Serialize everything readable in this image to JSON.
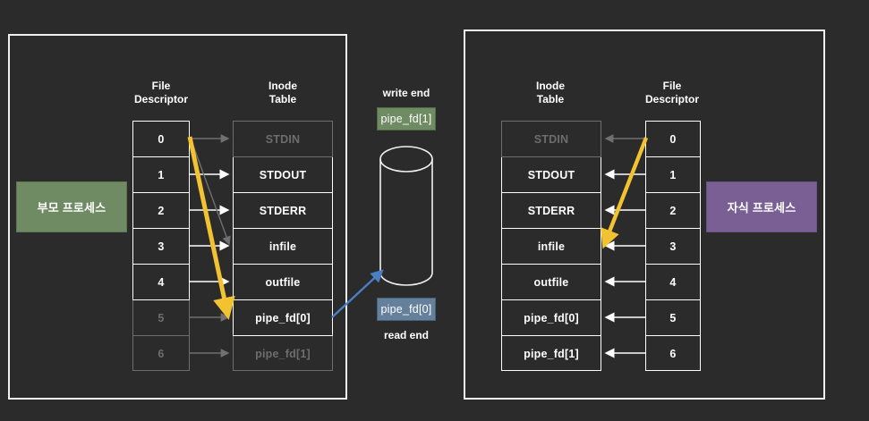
{
  "diagram": {
    "title": "pipe file descriptor redirection (parent / child)",
    "background": "#2b2b2b",
    "colors": {
      "panel_border": "#f0f0f0",
      "parent_box": "#6f8b63",
      "child_box": "#7a5f94",
      "pipe_write": "#6f8b63",
      "pipe_read": "#64809b",
      "highlight_arrow": "#f2c230",
      "blue_arrow": "#4a7fc1",
      "muted_text": "#6d6d6d",
      "text": "#ffffff"
    }
  },
  "parent": {
    "process_label": "부모 프로세스",
    "fd_header": "File\nDescriptor",
    "inode_header": "Inode\nTable",
    "fd_rows": [
      {
        "label": "0",
        "muted": false
      },
      {
        "label": "1",
        "muted": false
      },
      {
        "label": "2",
        "muted": false
      },
      {
        "label": "3",
        "muted": false
      },
      {
        "label": "4",
        "muted": false
      },
      {
        "label": "5",
        "muted": true
      },
      {
        "label": "6",
        "muted": true
      }
    ],
    "inode_rows": [
      {
        "label": "STDIN",
        "muted": true
      },
      {
        "label": "STDOUT",
        "muted": false
      },
      {
        "label": "STDERR",
        "muted": false
      },
      {
        "label": "infile",
        "muted": false
      },
      {
        "label": "outfile",
        "muted": false
      },
      {
        "label": "pipe_fd[0]",
        "muted": false
      },
      {
        "label": "pipe_fd[1]",
        "muted": true
      }
    ]
  },
  "child": {
    "process_label": "자식 프로세스",
    "fd_header": "File\nDescriptor",
    "inode_header": "Inode\nTable",
    "fd_rows": [
      {
        "label": "0",
        "muted": false
      },
      {
        "label": "1",
        "muted": false
      },
      {
        "label": "2",
        "muted": false
      },
      {
        "label": "3",
        "muted": false
      },
      {
        "label": "4",
        "muted": false
      },
      {
        "label": "5",
        "muted": false
      },
      {
        "label": "6",
        "muted": false
      }
    ],
    "inode_rows": [
      {
        "label": "STDIN",
        "muted": true
      },
      {
        "label": "STDOUT",
        "muted": false
      },
      {
        "label": "STDERR",
        "muted": false
      },
      {
        "label": "infile",
        "muted": false
      },
      {
        "label": "outfile",
        "muted": false
      },
      {
        "label": "pipe_fd[0]",
        "muted": false
      },
      {
        "label": "pipe_fd[1]",
        "muted": false
      }
    ]
  },
  "pipe": {
    "write_end_label": "write end",
    "write_fd_label": "pipe_fd[1]",
    "read_end_label": "read end",
    "read_fd_label": "pipe_fd[0]"
  }
}
